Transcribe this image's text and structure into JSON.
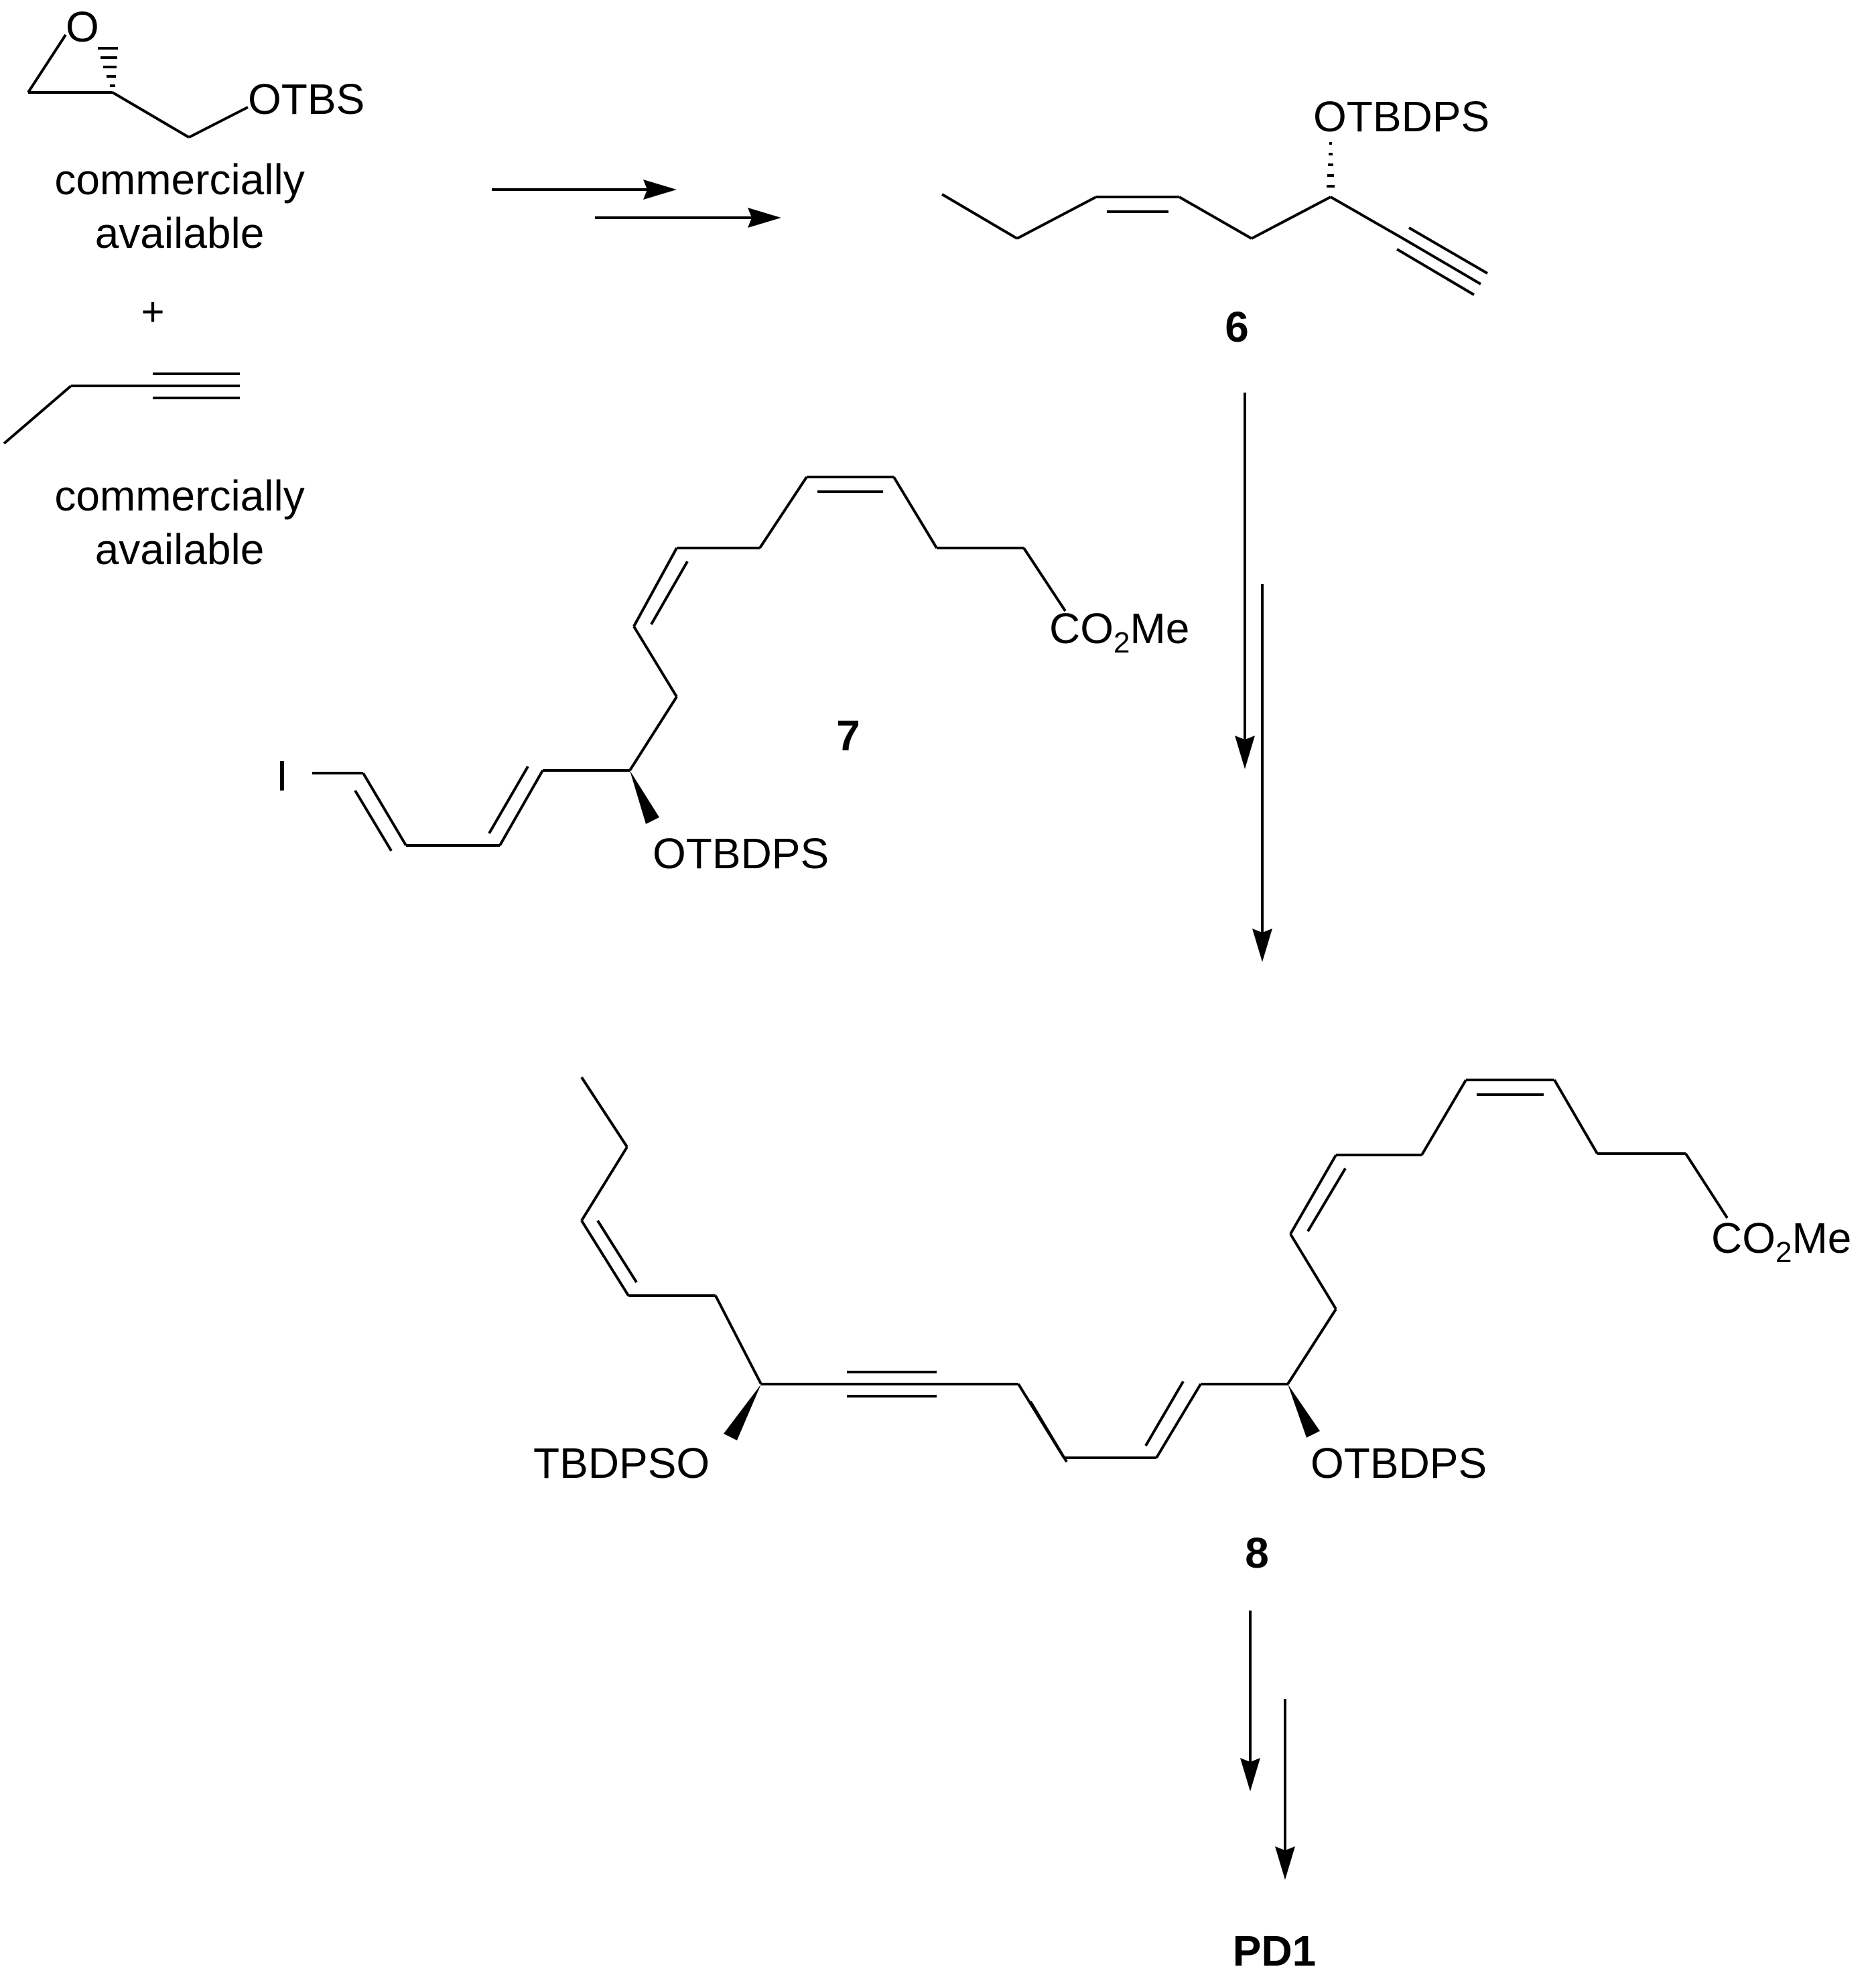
{
  "labels": {
    "otbs": "OTBS",
    "epoxide_o": "O",
    "commercially_1": "commercially",
    "available_1": "available",
    "plus": "+",
    "commercially_2": "commercially",
    "available_2": "available",
    "otbdps_6": "OTBDPS",
    "cmpd_6": "6",
    "co2me_7": "CO",
    "co2me_7_sub": "2",
    "co2me_7_tail": "Me",
    "iodo_7": "I",
    "otbdps_7": "OTBDPS",
    "cmpd_7": "7",
    "co2me_8": "CO",
    "co2me_8_sub": "2",
    "co2me_8_tail": "Me",
    "tbdpso_8": "TBDPSO",
    "otbdps_8": "OTBDPS",
    "cmpd_8": "8",
    "pd1": "PD1"
  },
  "colors": {
    "ink": "#000000",
    "background": "#ffffff"
  }
}
